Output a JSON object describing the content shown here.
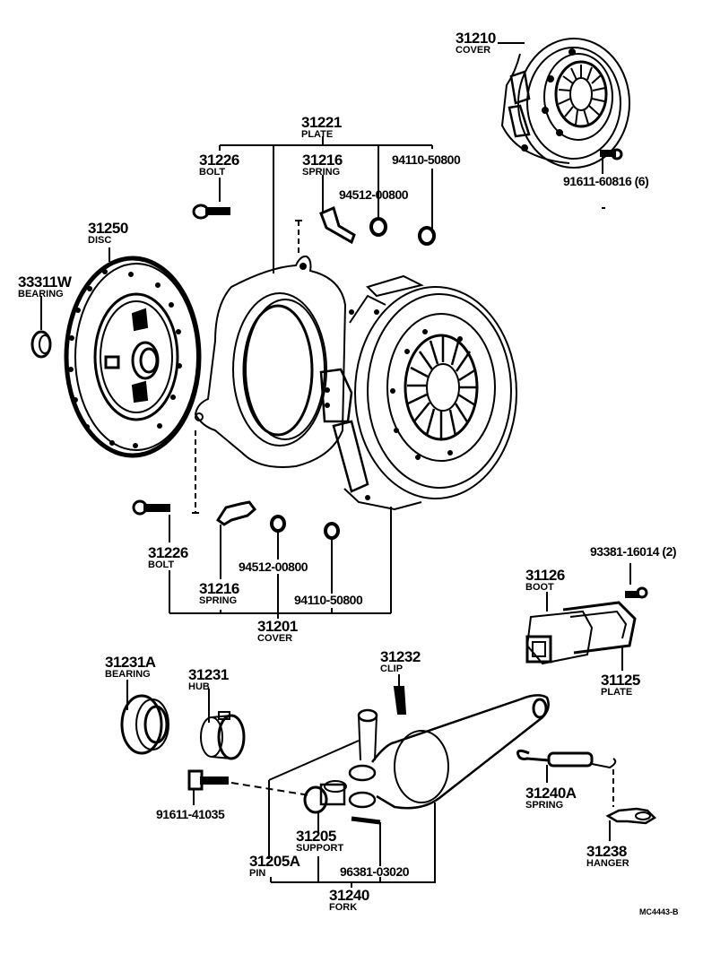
{
  "diagram": {
    "title": "Clutch assembly exploded parts diagram",
    "drawing_code": "MC4443-B",
    "parts": {
      "cover_31210": {
        "number": "31210",
        "name": "COVER"
      },
      "bolt_91611_60816": {
        "number": "91611-60816 (6)"
      },
      "plate_31221": {
        "number": "31221",
        "name": "PLATE"
      },
      "bolt_31226_top": {
        "number": "31226",
        "name": "BOLT"
      },
      "spring_31216_top": {
        "number": "31216",
        "name": "SPRING"
      },
      "nut_94512_top": {
        "number": "94512-00800"
      },
      "nut_94110_top": {
        "number": "94110-50800"
      },
      "disc_31250": {
        "number": "31250",
        "name": "DISC"
      },
      "bearing_33311W": {
        "number": "33311W",
        "name": "BEARING"
      },
      "bolt_31226_bottom": {
        "number": "31226",
        "name": "BOLT"
      },
      "spring_31216_bottom": {
        "number": "31216",
        "name": "SPRING"
      },
      "nut_94512_bottom": {
        "number": "94512-00800"
      },
      "nut_94110_bottom": {
        "number": "94110-50800"
      },
      "cover_31201": {
        "number": "31201",
        "name": "COVER"
      },
      "bolt_93381": {
        "number": "93381-16014 (2)"
      },
      "boot_31126": {
        "number": "31126",
        "name": "BOOT"
      },
      "plate_31125": {
        "number": "31125",
        "name": "PLATE"
      },
      "bearing_31231A": {
        "number": "31231A",
        "name": "BEARING"
      },
      "hub_31231": {
        "number": "31231",
        "name": "HUB"
      },
      "clip_31232": {
        "number": "31232",
        "name": "CLIP"
      },
      "bolt_91611_41035": {
        "number": "91611-41035"
      },
      "spring_31240A": {
        "number": "31240A",
        "name": "SPRING"
      },
      "support_31205": {
        "number": "31205",
        "name": "SUPPORT"
      },
      "pin_31205A": {
        "number": "31205A",
        "name": "PIN"
      },
      "pin_96381": {
        "number": "96381-03020"
      },
      "fork_31240": {
        "number": "31240",
        "name": "FORK"
      },
      "hanger_31238": {
        "number": "31238",
        "name": "HANGER"
      }
    }
  }
}
